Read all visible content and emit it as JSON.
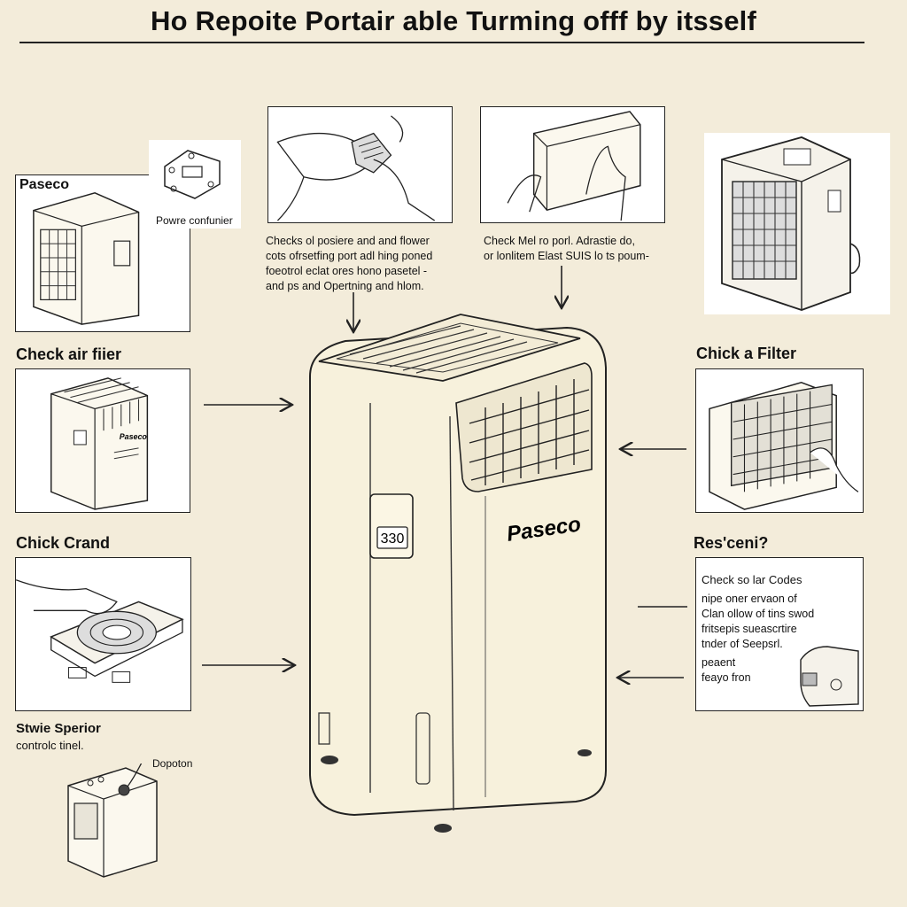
{
  "title": "Ho Repoite Portair able Turming offf by itsself",
  "brand_label": "Paseco",
  "power_callout": "Powre confunier",
  "center_note_1": [
    "Checks ol posiere and and flower",
    "cots ofrsetfing port adl hing poned",
    "foeotrol eclat ores hono pasetel -",
    "and ps and Opertning and hlom."
  ],
  "center_note_2": [
    "Check  Mel ro porl. Adrastie do,",
    "or lonlitem Elast SUIS lo ts poum-"
  ],
  "check_air_filter": "Check air fiier",
  "check_a_filter": "Chick a Filter",
  "check_crand": "Chick Crand",
  "resceni": "Res'ceni?",
  "codes_heading": "Check so lar Codes",
  "codes_lines": [
    "nipe oner ervaon of",
    "Clan ollow of tins swod",
    "fritsepis sueascrtire",
    "tnder of Seepsrl."
  ],
  "codes_footer": [
    "peaent",
    "feayo fron"
  ],
  "stwie_title": "Stwie Sperior",
  "stwie_sub": "controlc tinel.",
  "dopoton": "Dopoton",
  "unit_brand": "Paseco",
  "unit_display": "330",
  "small_unit_brand": "Paseco"
}
